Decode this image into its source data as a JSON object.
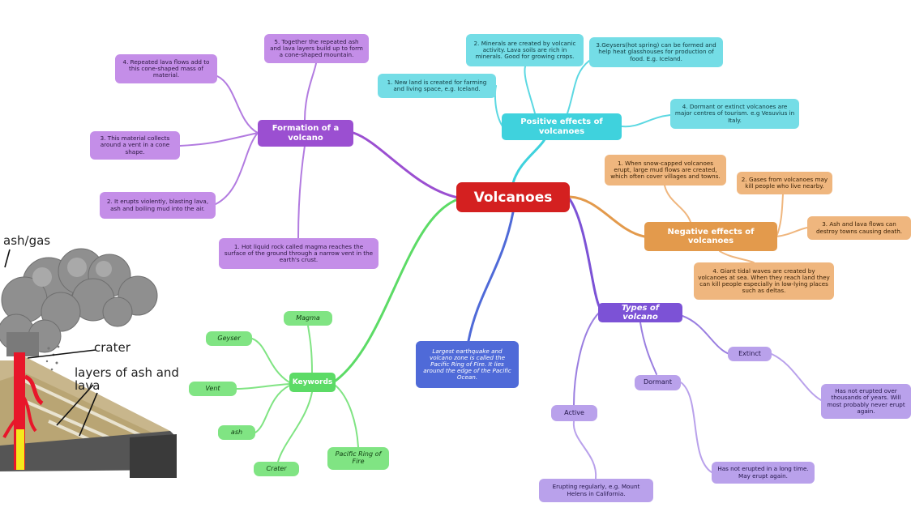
{
  "central": "Volcanoes",
  "branches": {
    "formation": {
      "label": "Formation of a volcano",
      "notes": [
        "5. Together the repeated ash and lava layers build up to form a cone-shaped mountain.",
        "4. Repeated lava flows add to this cone-shaped mass of material.",
        "3. This material collects around a vent in a cone shape.",
        "2. It erupts violently, blasting lava, ash and boiling mud into the air.",
        "1. Hot liquid rock called magma reaches the surface of the ground through a narrow vent in the earth's crust."
      ]
    },
    "positive": {
      "label": "Positive effects of volcanoes",
      "notes": [
        "2. Minerals are created by volcanic activity. Lava soils are rich in minerals. Good for growing crops.",
        "3.Geysers(hot spring) can be formed and help heat glasshouses for production of food. E.g. Iceland.",
        "1. New land is created for farming and living space, e.g. Iceland.",
        "4. Dormant or extinct volcanoes are major centres of tourism. e.g Vesuvius in Italy."
      ]
    },
    "negative": {
      "label": "Negative effects of volcanoes",
      "notes": [
        "1. When snow-capped volcanoes erupt, large mud flows are created, which often cover villages and towns.",
        "2. Gases from volcanoes may kill people who live nearby.",
        "3. Ash and lava flows can destroy towns causing death.",
        "4. Giant tidal waves are created by volcanoes at sea. When they reach land they can kill people especially in low-lying places such as deltas."
      ]
    },
    "keywords": {
      "label": "Keywords",
      "items": [
        "Magma",
        "Geyser",
        "Vent",
        "ash",
        "Crater",
        "Pacific Ring of Fire"
      ]
    },
    "ring_of_fire_note": "Largest earthquake and volcano zone is called the Pacific Ring of Fire. It lies around the edge of the Pacific Ocean.",
    "types": {
      "label": "Types of volcano",
      "extinct": {
        "label": "Extinct",
        "note": "Has not erupted over thousands of years. Will most probably never erupt again."
      },
      "dormant": {
        "label": "Dormant",
        "note": "Has not erupted in a long time. May erupt again."
      },
      "active": {
        "label": "Active",
        "note": "Erupting regularly, e.g. Mount Helens in California."
      }
    }
  },
  "illustration": {
    "labels": [
      "ash/gas",
      "crater",
      "layers of ash and lava"
    ]
  },
  "colors": {
    "central": "#d42020",
    "formation": "#9b4fd1",
    "positive": "#3fd2dd",
    "negative": "#e39a4c",
    "keywords": "#5cdb66",
    "ring_of_fire": "#4f6ad8",
    "types": "#7c52d6"
  }
}
